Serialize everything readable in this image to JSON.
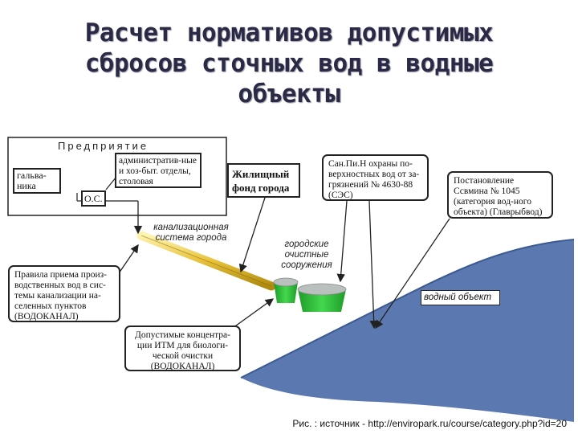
{
  "title": {
    "line1": "Расчет нормативов допустимых",
    "line2": "сбросов сточных вод в водные",
    "line3": "объекты"
  },
  "diagram": {
    "enterprise": {
      "heading": "Предприятие",
      "galvanika": "гальва-ника",
      "admin": "административ-ные и хоз-быт. отделы, столовая",
      "os": "О.С."
    },
    "housing": "Жилищный фонд города",
    "sewer_label": "канализационная система города",
    "treatment_label": "городские очистные сооружения",
    "sanpin": "Сан.Пи.Н охраны по-верхностных вод от за-грязнений № 4630-88 (СЭС)",
    "resolution": "Постановление Ссвмина № 1045 (категория вод-ного объекта) (Главрыбвод)",
    "water_body": "водный объект",
    "rules": "Правила приема произ-водственных вод в сис-темы канализации на-селенных пунктов (ВОДОКАНАЛ)",
    "limits": "Допустимые концентра-ции ИТМ для биологи-ческой очистки (ВОДОКАНАЛ)"
  },
  "caption": "Рис. : источник - http://enviropark.ru/course/category.php?id=20",
  "colors": {
    "water": "#5b79b0",
    "pipe": "#e8c23a",
    "tanks": "#2fbf3a",
    "title": "#2a2a46"
  }
}
